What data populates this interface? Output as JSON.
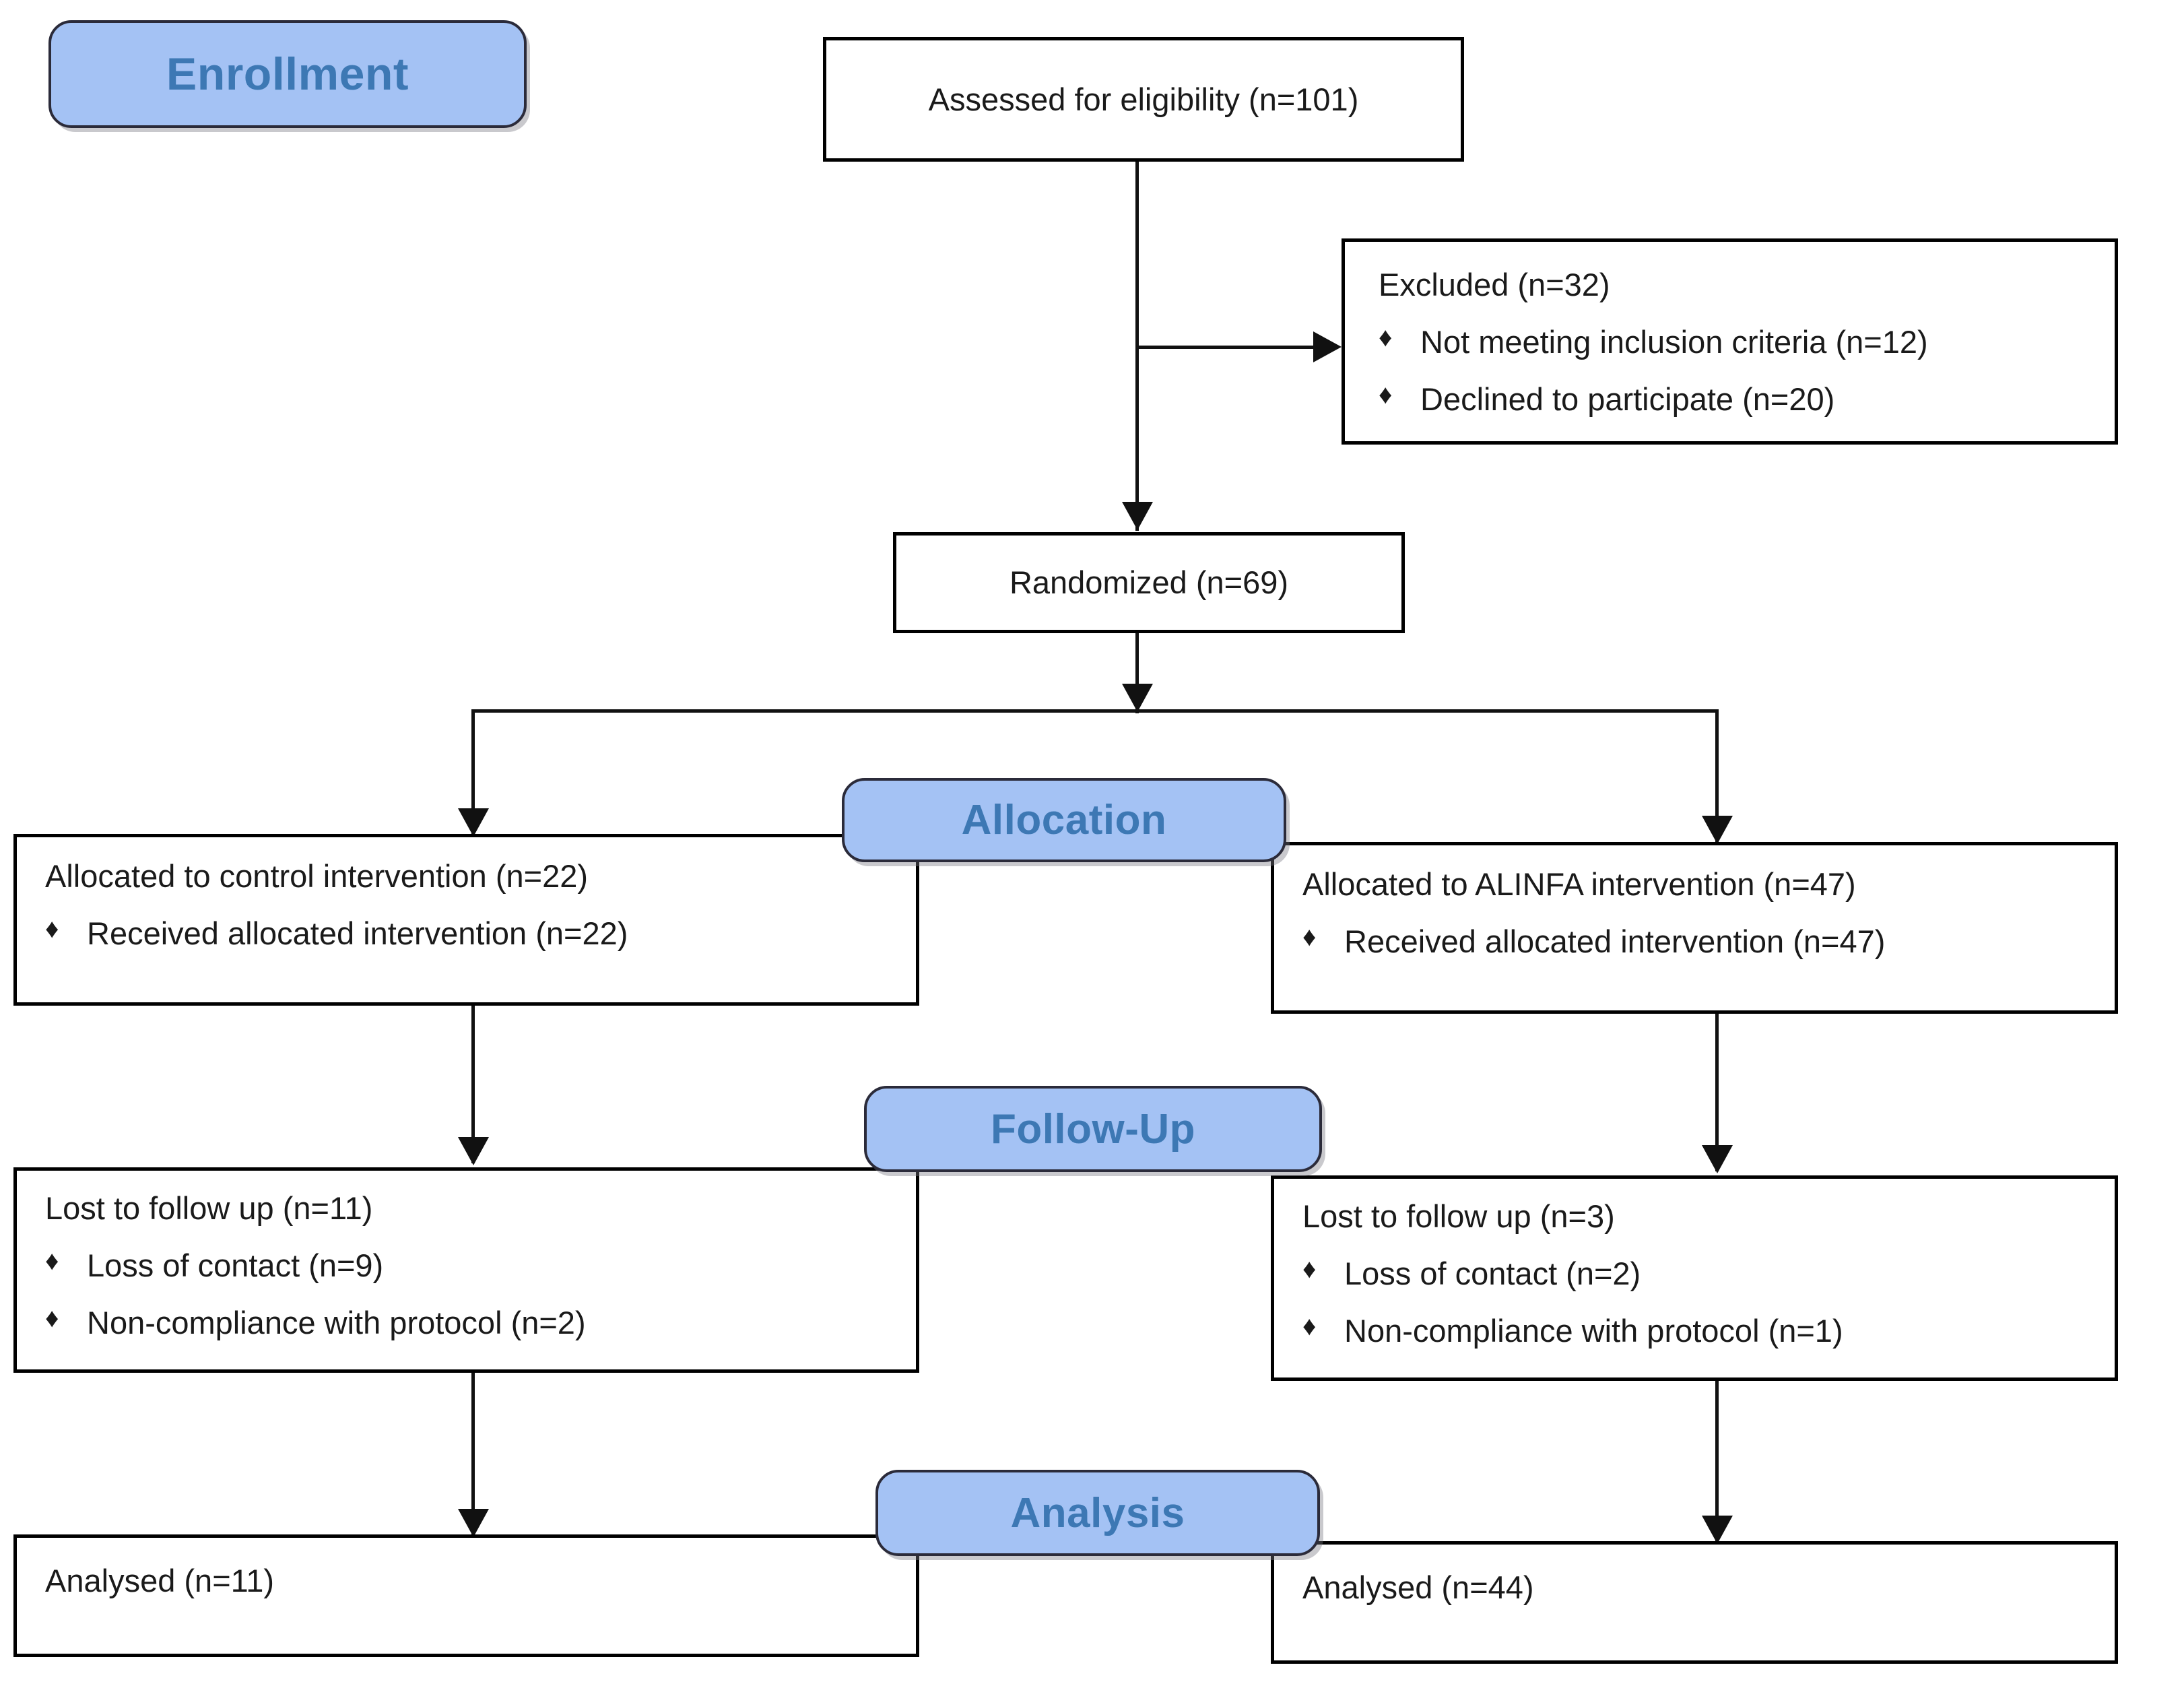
{
  "diagram": {
    "title": "CONSORT participant flow diagram",
    "accent_color": "#a4c2f4",
    "pill_text_color": "#3d78b4",
    "line_color": "#111111",
    "bullet_glyph": "♦"
  },
  "stages": {
    "enrollment": "Enrollment",
    "allocation": "Allocation",
    "followup": "Follow-Up",
    "analysis": "Analysis"
  },
  "boxes": {
    "assessed": {
      "text": "Assessed for eligibility (n=101)"
    },
    "excluded": {
      "heading": "Excluded (n=32)",
      "items": [
        "Not meeting inclusion criteria (n=12)",
        "Declined to participate (n=20)"
      ]
    },
    "randomized": {
      "text": "Randomized (n=69)"
    },
    "allocated_control": {
      "heading": "Allocated to control intervention (n=22)",
      "items": [
        "Received allocated intervention (n=22)"
      ]
    },
    "allocated_alinfa": {
      "heading": "Allocated to ALINFA intervention (n=47)",
      "items": [
        "Received allocated intervention (n=47)"
      ]
    },
    "lost_control": {
      "heading": "Lost to follow up (n=11)",
      "items": [
        "Loss of contact (n=9)",
        "Non-compliance with protocol (n=2)"
      ]
    },
    "lost_alinfa": {
      "heading": "Lost to follow up (n=3)",
      "items": [
        "Loss of contact (n=2)",
        "Non-compliance with protocol (n=1)"
      ]
    },
    "analysed_control": {
      "text": "Analysed (n=11)"
    },
    "analysed_alinfa": {
      "text": "Analysed (n=44)"
    }
  },
  "chart_data": {
    "type": "flowchart",
    "title": "CONSORT participant flow diagram",
    "stages": [
      "Enrollment",
      "Allocation",
      "Follow-Up",
      "Analysis"
    ],
    "nodes": [
      {
        "id": "assessed",
        "stage": "Enrollment",
        "label": "Assessed for eligibility",
        "n": 101
      },
      {
        "id": "excluded",
        "stage": "Enrollment",
        "label": "Excluded",
        "n": 32,
        "breakdown": [
          {
            "label": "Not meeting inclusion criteria",
            "n": 12
          },
          {
            "label": "Declined to participate",
            "n": 20
          }
        ]
      },
      {
        "id": "randomized",
        "stage": "Enrollment",
        "label": "Randomized",
        "n": 69
      },
      {
        "id": "allocated_control",
        "stage": "Allocation",
        "arm": "control",
        "label": "Allocated to control intervention",
        "n": 22,
        "breakdown": [
          {
            "label": "Received allocated intervention",
            "n": 22
          }
        ]
      },
      {
        "id": "allocated_alinfa",
        "stage": "Allocation",
        "arm": "ALINFA",
        "label": "Allocated to ALINFA intervention",
        "n": 47,
        "breakdown": [
          {
            "label": "Received allocated intervention",
            "n": 47
          }
        ]
      },
      {
        "id": "lost_control",
        "stage": "Follow-Up",
        "arm": "control",
        "label": "Lost to follow up",
        "n": 11,
        "breakdown": [
          {
            "label": "Loss of contact",
            "n": 9
          },
          {
            "label": "Non-compliance with protocol",
            "n": 2
          }
        ]
      },
      {
        "id": "lost_alinfa",
        "stage": "Follow-Up",
        "arm": "ALINFA",
        "label": "Lost to follow up",
        "n": 3,
        "breakdown": [
          {
            "label": "Loss of contact",
            "n": 2
          },
          {
            "label": "Non-compliance with protocol",
            "n": 1
          }
        ]
      },
      {
        "id": "analysed_control",
        "stage": "Analysis",
        "arm": "control",
        "label": "Analysed",
        "n": 11
      },
      {
        "id": "analysed_alinfa",
        "stage": "Analysis",
        "arm": "ALINFA",
        "label": "Analysed",
        "n": 44
      }
    ],
    "edges": [
      {
        "from": "assessed",
        "to": "excluded",
        "direction": "right"
      },
      {
        "from": "assessed",
        "to": "randomized",
        "direction": "down"
      },
      {
        "from": "randomized",
        "to": "allocated_control",
        "direction": "down-left"
      },
      {
        "from": "randomized",
        "to": "allocated_alinfa",
        "direction": "down-right"
      },
      {
        "from": "allocated_control",
        "to": "lost_control",
        "direction": "down"
      },
      {
        "from": "allocated_alinfa",
        "to": "lost_alinfa",
        "direction": "down"
      },
      {
        "from": "lost_control",
        "to": "analysed_control",
        "direction": "down"
      },
      {
        "from": "lost_alinfa",
        "to": "analysed_alinfa",
        "direction": "down"
      }
    ]
  }
}
